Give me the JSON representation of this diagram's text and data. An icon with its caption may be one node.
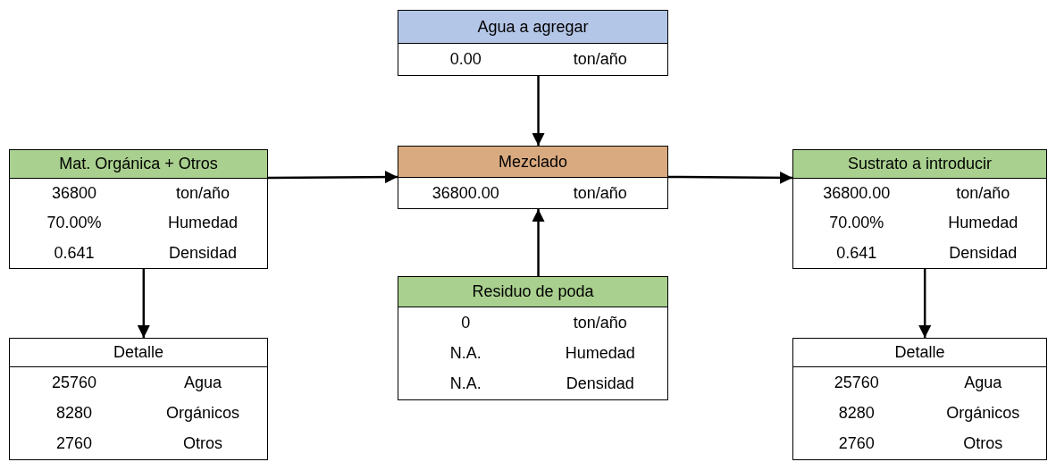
{
  "diagram": {
    "nodes": [
      {
        "text": [
          "Agua a agregar",
          "0.00",
          "ton/año"
        ]
      },
      {
        "text": [
          "Mat. Orgánica + Otros",
          "36800",
          "ton/año",
          "70.00%",
          "Humedad",
          "0.641",
          "Densidad"
        ]
      },
      {
        "text": [
          "Mezclado",
          "36800.00",
          "ton/año"
        ]
      },
      {
        "text": [
          "Sustrato a introducir",
          "36800.00",
          "ton/año",
          "70.00%",
          "Humedad",
          "0.641",
          "Densidad"
        ]
      },
      {
        "text": [
          "Residuo de poda",
          "0",
          "ton/año",
          "N.A.",
          "Humedad",
          "N.A.",
          "Densidad"
        ]
      },
      {
        "text": [
          "Detalle",
          "25760",
          "Agua",
          "8280",
          "Orgánicos",
          "2760",
          "Otros"
        ]
      },
      {
        "text": [
          "Detalle",
          "25760",
          "Agua",
          "8280",
          "Orgánicos",
          "2760",
          "Otros"
        ]
      }
    ],
    "edges": [
      {
        "from": 0,
        "to": 2,
        "arrow": "to"
      },
      {
        "from": 1,
        "to": 2,
        "arrow": "to"
      },
      {
        "from": 2,
        "to": 3,
        "arrow": "to"
      },
      {
        "from": 4,
        "to": 2,
        "arrow": "to"
      },
      {
        "from": 1,
        "to": 5,
        "arrow": "to"
      },
      {
        "from": 3,
        "to": 6,
        "arrow": "to"
      }
    ]
  }
}
